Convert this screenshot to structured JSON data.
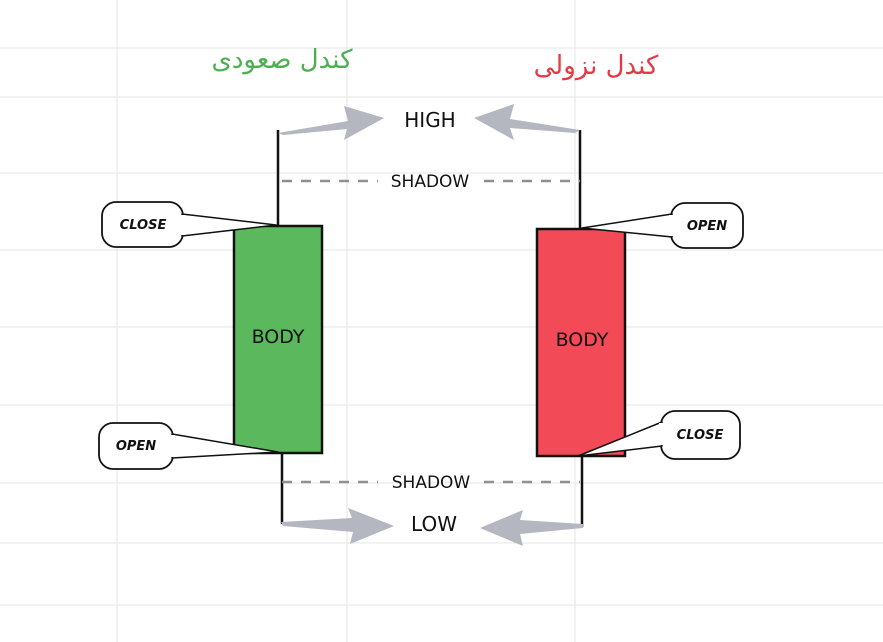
{
  "bullish": {
    "title": "کندل صعودی",
    "body_label": "BODY",
    "top_callout": "CLOSE",
    "bottom_callout": "OPEN",
    "color": "#5cb85c"
  },
  "bearish": {
    "title": "کندل نزولی",
    "body_label": "BODY",
    "top_callout": "OPEN",
    "bottom_callout": "CLOSE",
    "color": "#f24b57"
  },
  "labels": {
    "high": "HIGH",
    "low": "LOW",
    "shadow_top": "SHADOW",
    "shadow_bottom": "SHADOW"
  },
  "colors": {
    "bullish_title": "#4caf50",
    "bearish_title": "#e53945",
    "arrow": "#b4b7bf",
    "dash": "#8e9097",
    "grid": "#e6e6e6"
  }
}
